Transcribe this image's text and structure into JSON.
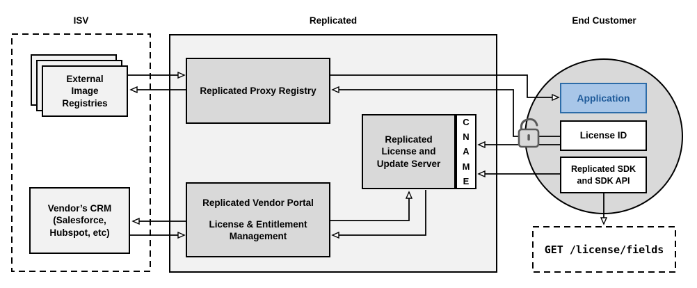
{
  "titles": {
    "isv": "ISV",
    "replicated": "Replicated",
    "end_customer": "End Customer"
  },
  "isv": {
    "external_registries_label": "External\nImage\nRegistries",
    "vendor_crm_label": "Vendor’s CRM\n(Salesforce,\nHubspot, etc)"
  },
  "replicated": {
    "proxy_registry_label": "Replicated Proxy Registry",
    "license_update_server_label": "Replicated\nLicense and\nUpdate Server",
    "cname_label": "C\nN\nA\nM\nE",
    "vendor_portal_title": "Replicated Vendor Portal",
    "vendor_portal_subtitle": "License & Entitlement\nManagement"
  },
  "end_customer": {
    "application_label": "Application",
    "license_id_label": "License ID",
    "sdk_label": "Replicated SDK\nand SDK API",
    "api_call_label": "GET /license/fields"
  },
  "icons": {
    "lock": "open-padlock"
  },
  "colors": {
    "container_fill": "#f2f2f2",
    "inner_box_fill": "#d9d9d9",
    "circle_fill": "#d9d9d9",
    "application_fill": "#a8c6e8",
    "application_border": "#2d6ca8",
    "application_text": "#1e5a99",
    "line_color": "#000000",
    "lock_color": "#595959"
  }
}
